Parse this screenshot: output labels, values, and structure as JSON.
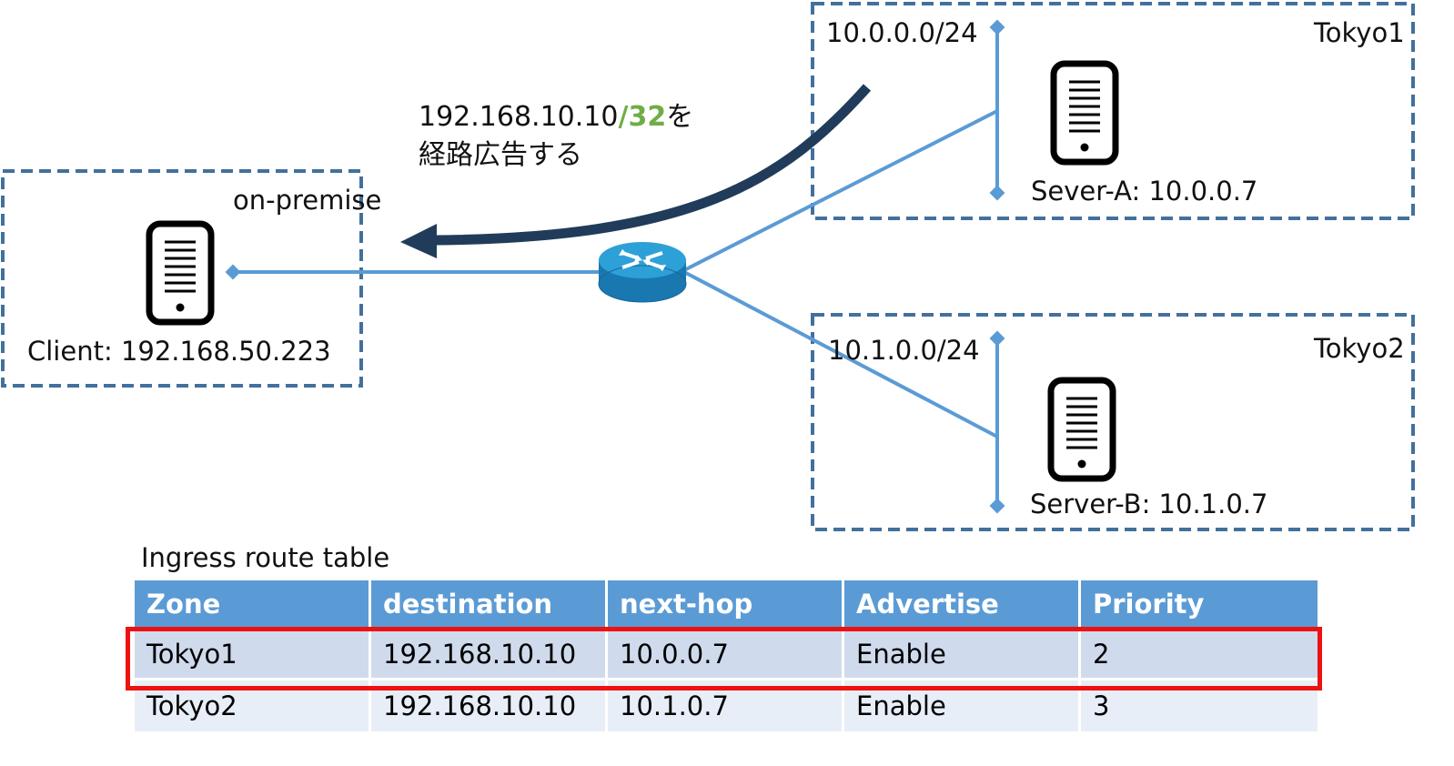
{
  "zones": {
    "on_premise": {
      "name": "on-premise"
    },
    "tokyo1": {
      "name": "Tokyo1",
      "subnet": "10.0.0.0/24"
    },
    "tokyo2": {
      "name": "Tokyo2",
      "subnet": "10.1.0.0/24"
    }
  },
  "nodes": {
    "client": {
      "label": "Client: 192.168.50.223",
      "icon": "server-icon"
    },
    "server_a": {
      "label": "Sever-A: 10.0.0.7",
      "icon": "server-icon"
    },
    "server_b": {
      "label": "Server-B: 10.1.0.7",
      "icon": "server-icon"
    },
    "router": {
      "icon": "router-icon"
    }
  },
  "route_advertisement": {
    "address": "192.168.10.10",
    "prefix": "/32",
    "suffix": "を",
    "line2": "経路広告する"
  },
  "table": {
    "title": "Ingress route table",
    "headers": [
      "Zone",
      "destination",
      "next-hop",
      "Advertise",
      "Priority"
    ],
    "rows": [
      [
        "Tokyo1",
        "192.168.10.10",
        "10.0.0.7",
        "Enable",
        "2"
      ],
      [
        "Tokyo2",
        "192.168.10.10",
        "10.1.0.7",
        "Enable",
        "3"
      ]
    ],
    "highlighted_row": 0
  },
  "colors": {
    "zone_border": "#41719c",
    "link": "#5b9bd5",
    "arrow": "#203c5a",
    "router_body": "#1a8bc4",
    "header_bg": "#5b9bd5",
    "highlight": "#ee1111",
    "prefix_green": "#70ad47"
  }
}
